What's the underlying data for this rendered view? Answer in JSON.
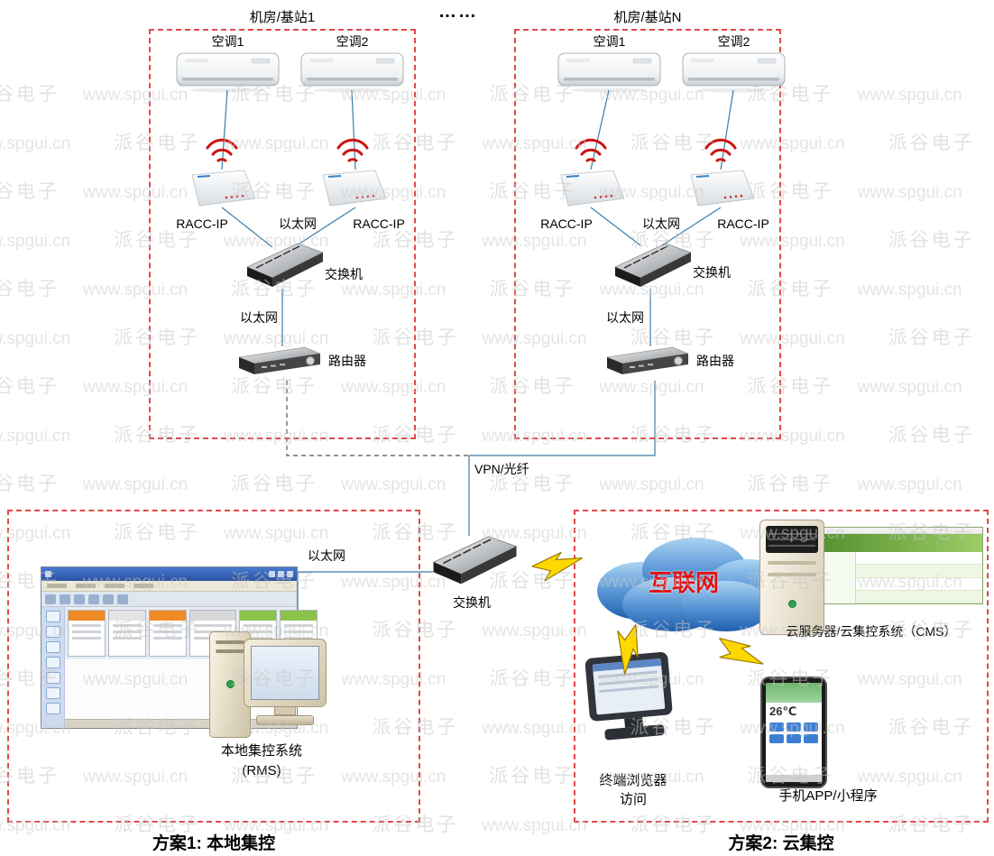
{
  "watermark": {
    "brand": "派谷电子",
    "url": "www.spgui.cn"
  },
  "header": {
    "site1_title": "机房/基站1",
    "ellipsis": "……",
    "siteN_title": "机房/基站N"
  },
  "labels": {
    "ac1": "空调1",
    "ac2": "空调2",
    "racc": "RACC-IP",
    "ethernet": "以太网",
    "switch": "交换机",
    "router": "路由器"
  },
  "center": {
    "vpn": "VPN/光纤",
    "switch_label": "交换机",
    "ethernet": "以太网"
  },
  "plan1": {
    "system_line1": "本地集控系统",
    "system_line2": "(RMS)",
    "footer": "方案1: 本地集控"
  },
  "plan2": {
    "internet": "互联网",
    "cms_label": "云服务器/云集控系统（CMS）",
    "terminal_line1": "终端浏览器",
    "terminal_line2": "访问",
    "phone_label": "手机APP/小程序",
    "phone_temp": "26℃",
    "footer": "方案2: 云集控"
  }
}
